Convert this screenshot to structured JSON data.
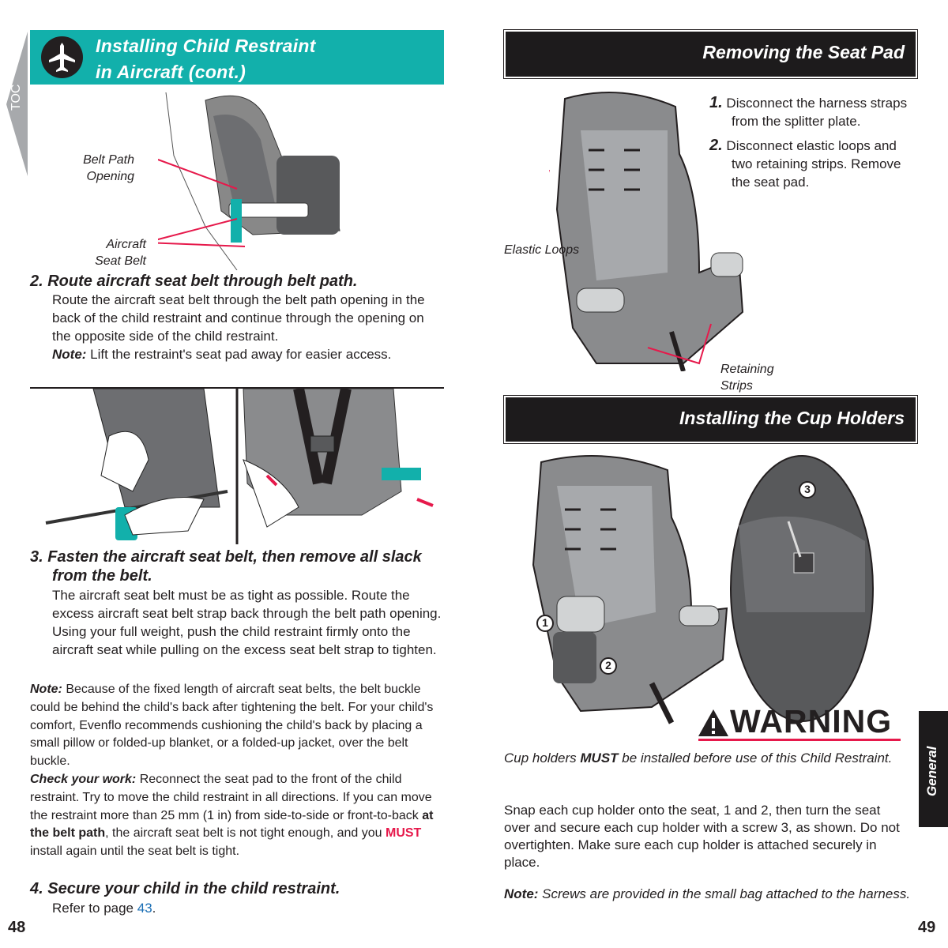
{
  "left_page": {
    "toc_tab": "TOC",
    "header_title_line1": "Installing Child Restraint",
    "header_title_line2": "in Aircraft (cont.)",
    "header_icon": "airplane-icon",
    "figure1_labels": {
      "belt_path": "Belt Path Opening",
      "aircraft_belt": "Aircraft Seat Belt"
    },
    "step2": {
      "heading": "2. Route aircraft seat belt through belt path.",
      "body": "Route the aircraft seat belt through the belt path opening in the back of the child restraint and continue through the opening on the opposite side of the child restraint.",
      "note_label": "Note:",
      "note_text": " Lift the restraint's seat pad away for easier access."
    },
    "step3": {
      "heading": "3. Fasten the aircraft seat belt, then remove all slack from the belt.",
      "body": "The aircraft seat belt must be as tight as possible. Route the excess aircraft seat belt strap back through the belt path opening. Using your full weight, push the child restraint firmly onto the aircraft seat while pulling on the excess seat belt strap to tighten."
    },
    "note": {
      "label": "Note:",
      "text": " Because of the fixed length of aircraft seat belts, the belt buckle could be behind the child's back after tightening the belt. For your child's comfort, Evenflo recommends cushioning the child's back by placing a small pillow or folded-up blanket, or a folded-up jacket, over the belt buckle."
    },
    "check": {
      "label": "Check your work:",
      "text1": " Reconnect the seat pad to the front of the child restraint. Try to move the child restraint in all directions. If you can move the restraint more than 25 mm (1 in) from side-to-side or front-to-back ",
      "bold": "at the belt path",
      "text2": ", the aircraft seat belt is not tight enough, and you ",
      "must": "MUST",
      "text3": " install again until the seat belt is tight."
    },
    "step4": {
      "heading": "4. Secure your child in the child restraint.",
      "body": "Refer to page ",
      "page_link": "43",
      "end": "."
    },
    "page_number": "48"
  },
  "right_page": {
    "section1_title": "Removing the Seat Pad",
    "steps": [
      {
        "num": "1.",
        "text": "Disconnect the harness straps from the splitter plate."
      },
      {
        "num": "2.",
        "text": "Disconnect elastic loops and two retaining strips. Remove the seat pad."
      }
    ],
    "figure_labels": {
      "elastic": "Elastic Loops",
      "retaining": "Retaining Strips"
    },
    "section2_title": "Installing the Cup Holders",
    "callouts": [
      "1",
      "2",
      "3"
    ],
    "warning": {
      "title": "WARNING",
      "line_a": "Cup holders ",
      "must": "MUST",
      "line_b": " be installed before use of this Child Restraint.",
      "para": "Snap each cup holder onto the seat, 1 and 2, then turn the seat over and secure each cup holder with a screw 3, as shown. Do not overtighten. Make sure each cup holder is attached securely in place.",
      "note_label": "Note:",
      "note_text": " Screws are provided in the small bag attached to the harness."
    },
    "side_tab": "General",
    "page_number": "49"
  },
  "colors": {
    "teal": "#12b0ab",
    "accent_red": "#e6194b",
    "dark": "#1d1b1c",
    "link": "#1b6fb5"
  }
}
